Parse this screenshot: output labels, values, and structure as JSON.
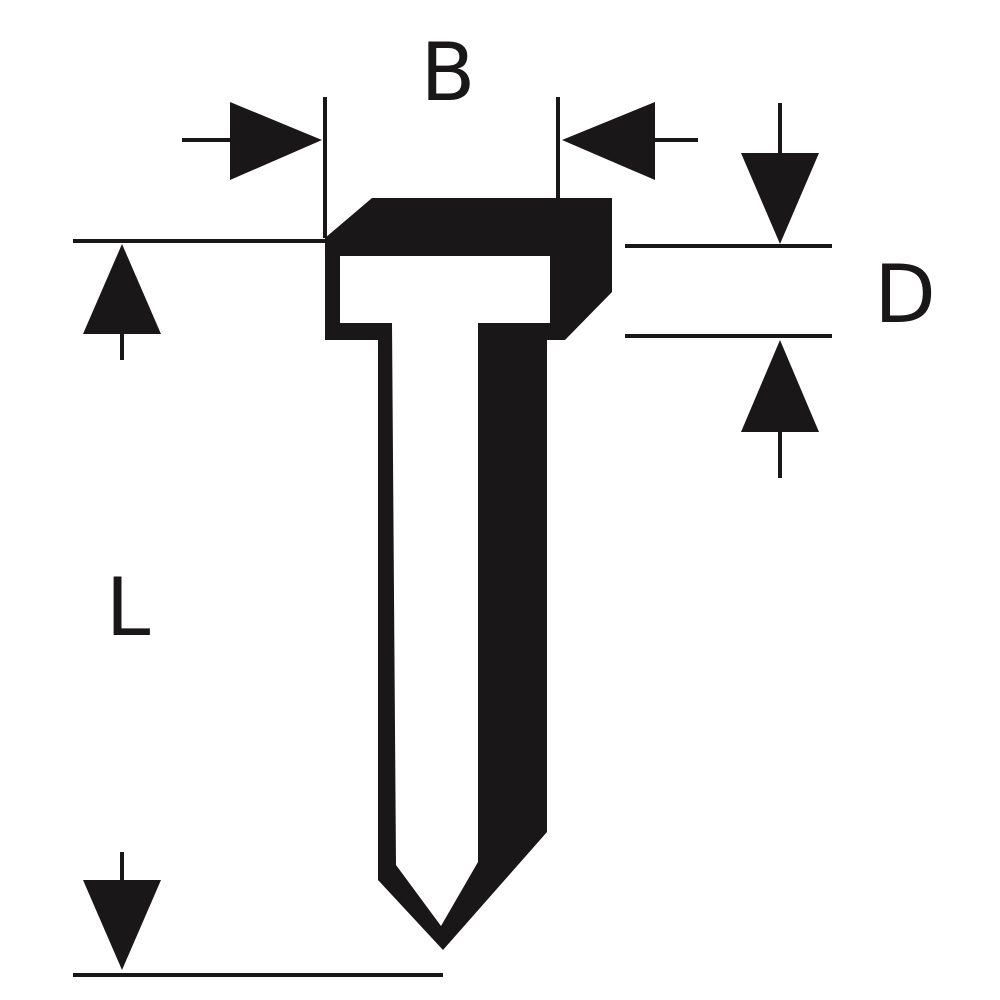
{
  "colors": {
    "ink": "#1a1718",
    "background": "#ffffff"
  },
  "labels": {
    "width": "B",
    "head_thickness": "D",
    "length": "L"
  }
}
